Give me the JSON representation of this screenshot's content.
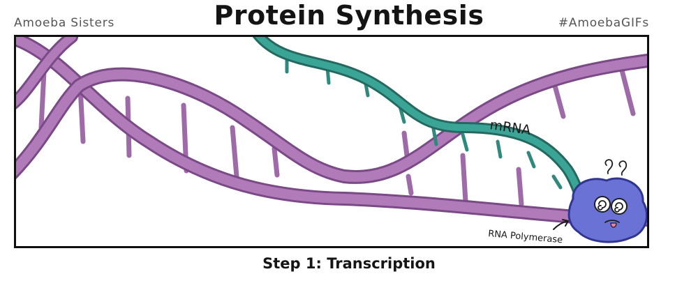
{
  "header": {
    "title": "Protein Synthesis",
    "brand_left": "Amoeba Sisters",
    "brand_right": "#AmoebaGIFs"
  },
  "diagram": {
    "mrna_label": "mRNA",
    "polymerase_label": "RNA Polymerase",
    "caption": "Step 1: Transcription"
  },
  "colors": {
    "dna_strand": "#b07bb8",
    "dna_outline": "#7a4a86",
    "mrna": "#3aa596",
    "mrna_outline": "#24685f",
    "polymerase": "#6b72d6",
    "polymerase_outline": "#2f3590"
  }
}
